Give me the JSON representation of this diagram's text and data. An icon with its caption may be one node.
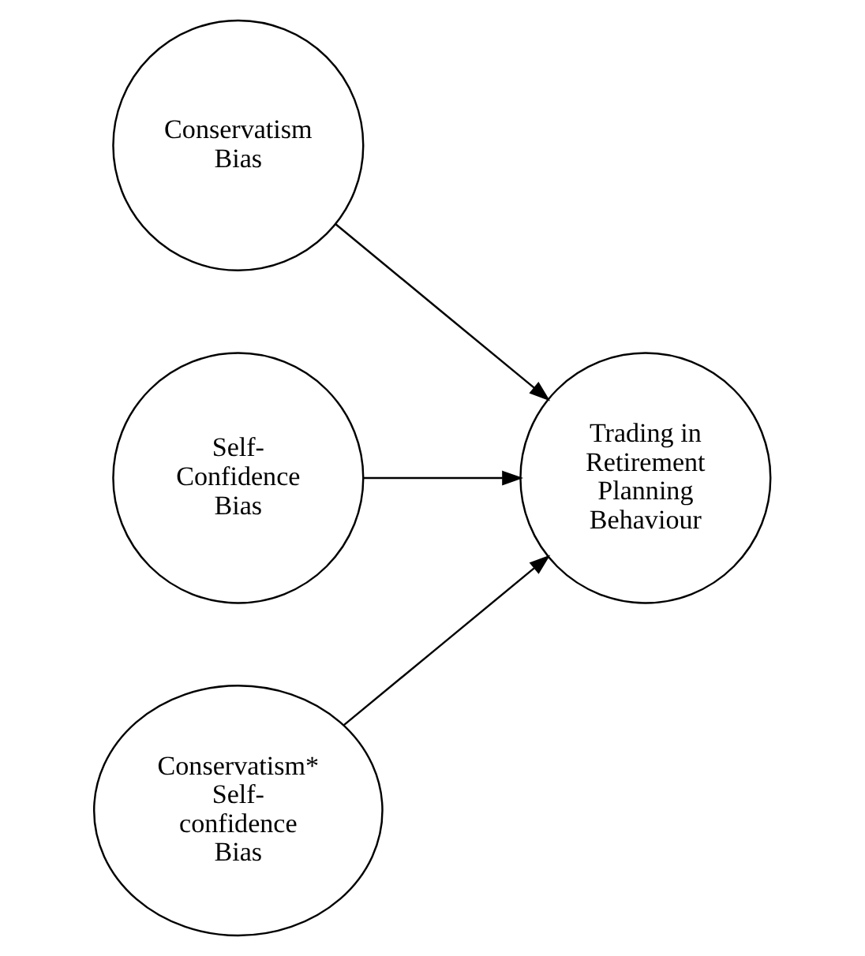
{
  "diagram": {
    "nodes": [
      {
        "text": [
          "Conservatism Bias"
        ]
      },
      {
        "text": [
          "Trading in Retirement Planning Behaviour"
        ]
      },
      {
        "text": [
          "Self- Confidence Bias"
        ]
      },
      {
        "text": [
          "Conservatism* Self- confidence Bias"
        ]
      }
    ],
    "edges": [
      {
        "from": 0,
        "to": 1,
        "arrow": "to"
      },
      {
        "from": 2,
        "to": 1,
        "arrow": "to"
      },
      {
        "from": 3,
        "to": 1,
        "arrow": "to"
      }
    ]
  }
}
